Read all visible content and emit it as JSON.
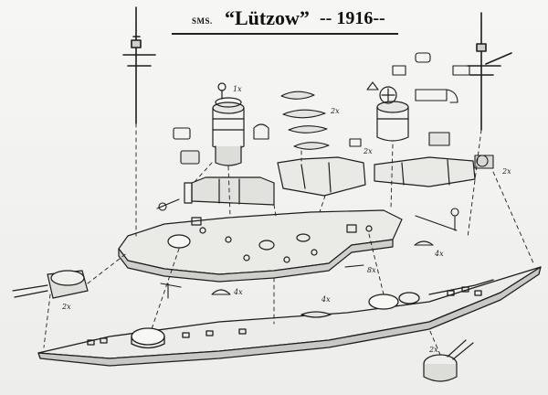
{
  "title": {
    "prefix": "SMS.",
    "name": "“Lützow”",
    "year": "-- 1916--"
  },
  "annotations": {
    "top_vent": "1x",
    "boat_count": "2x",
    "small_part": "2x",
    "rear_turret": "2x",
    "aft_turret_pair": "2x",
    "bottom_turret": "2x",
    "mid_deck": "4x",
    "left_boat": "4x",
    "railing": "8x",
    "right_post": "4x"
  },
  "colors": {
    "ink": "#1d1d1d",
    "paper": "#f4f4f2",
    "shade": "#b9b9b6"
  }
}
